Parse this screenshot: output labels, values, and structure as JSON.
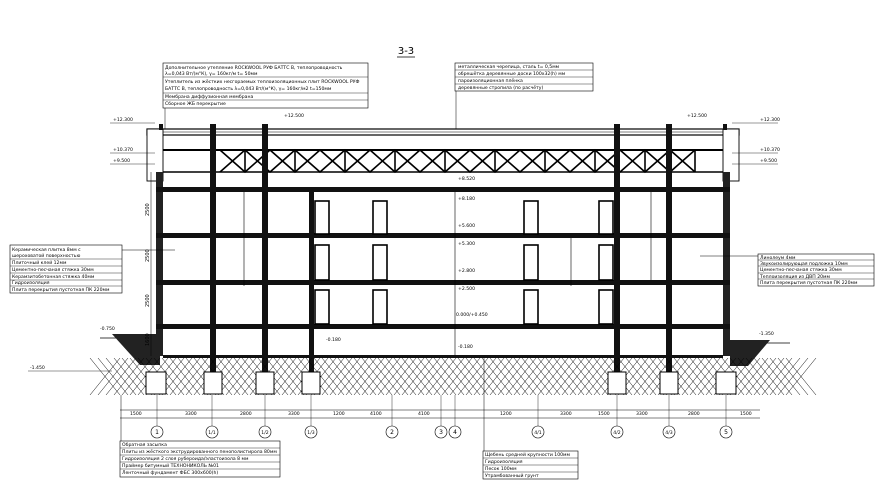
{
  "title": "3-3",
  "notes": {
    "roof_left": [
      "Дополнительное утепление ROCKWOOL РУФ БАТТС В, теплопроводность",
      "λ=0,043 Вт/(м°К), γ= 160кг/м    t= 50мм",
      "Утеплитель из жёстких несгораемых теплоизоляционных плит ROCKWOOL РУФ",
      "БАТТС В, теплопроводность λ=0,043 Вт/(м°К), γ= 160кг/м2   t=150мм",
      "Мембрана диффузионная мембрана",
      "Сборное ЖБ перекрытие"
    ],
    "roof_right": [
      "металлическая черепица, сталь t= 0,5мм",
      "обрешётка   деревянные доски 100х32(h) мм",
      "пароизоляционная плёнка",
      "деревянные стропила (по расчёту)"
    ],
    "floor_left": [
      "Керамическая плитка 8мм с",
      "шероховатой поверхностью",
      "Плиточный клей 12мм",
      "Цементно-песчаная стяжка 30мм",
      "Керамзитобетонная стяжка 40мм",
      "Гидроизоляция",
      "Плита перекрытия пустотная ПК 220мм"
    ],
    "floor_right": [
      "Линолеум 4мм",
      "Звукоизолирующая подложка 10мм",
      "Цементно-песчаная стяжка 30мм",
      "Теплоизоляция из ДВП 20мм",
      "Плита перекрытия пустотная ПК 220мм"
    ],
    "bottom_left": [
      "Обратная засыпка",
      "Плиты из жёсткого экструдированного пенополистирола 80мм",
      "Гидроизоляция 2 слоя рубероида/эластоизола  8 мм",
      "Праймер битумный ТЕХНОНИКОЛЬ №01",
      "Ленточный фундамент ФБС 300х600(h)"
    ],
    "bottom_right": [
      "Щебень средней крупности 100мм",
      "Гидроизоляция",
      "Песок 100мм",
      "Утрамбованный грунт"
    ]
  },
  "elevations": {
    "left_top": "+12.300",
    "left_mid1": "+10.370",
    "left_mid2": "+9.500",
    "left_bottom": "-0.750",
    "left_ground": "-1.450",
    "right_top": "+12.300",
    "right_mid1": "+10.370",
    "right_mid2": "+9.500",
    "right_bottom": "-1.350",
    "ridge_left": "+12.500",
    "ridge_right": "+12.500",
    "center_1": "+8.520",
    "center_2": "+8.180",
    "center_3": "+5.600",
    "center_4": "+5.300",
    "center_5": "+2.800",
    "center_6": "+2.500",
    "center_7": "0.000/+0.450",
    "center_8": "-0.180",
    "small_center": "-0.180"
  },
  "floor_heights": [
    "2500",
    "2500",
    "2500",
    "1600"
  ],
  "dimensions": [
    "1500",
    "3300",
    "2800",
    "3300",
    "1200",
    "4100",
    "4100",
    "1200",
    "3300",
    "1500",
    "3300",
    "2800",
    "1500"
  ],
  "axes": [
    "1",
    "1/1",
    "1/2",
    "1/3",
    "2",
    "3",
    "4",
    "4/1",
    "4/2",
    "4/3",
    "5"
  ]
}
